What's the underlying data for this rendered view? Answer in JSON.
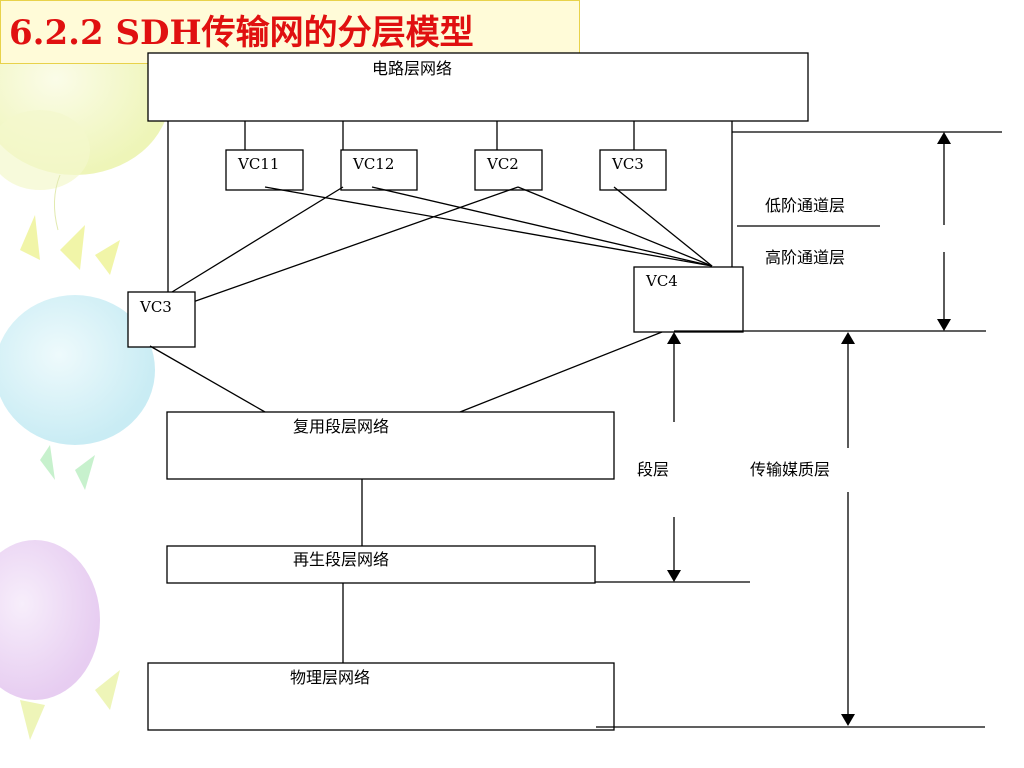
{
  "title": "6.2.2 SDH传输网的分层模型",
  "diagram": {
    "circuit_layer": "电路层网络",
    "vc11": "VC11",
    "vc12": "VC12",
    "vc2": "VC2",
    "vc3_top": "VC3",
    "vc3_left": "VC3",
    "vc4": "VC4",
    "low_order_path": "低阶通道层",
    "high_order_path": "高阶通道层",
    "multiplex_section": "复用段层网络",
    "regenerator_section": "再生段层网络",
    "physical_layer": "物理层网络",
    "section_layer": "段层",
    "transmission_media_layer": "传输媒质层"
  },
  "colors": {
    "title_text": "#e01010",
    "title_bg": "#fffbd8",
    "lines": "#000000"
  }
}
